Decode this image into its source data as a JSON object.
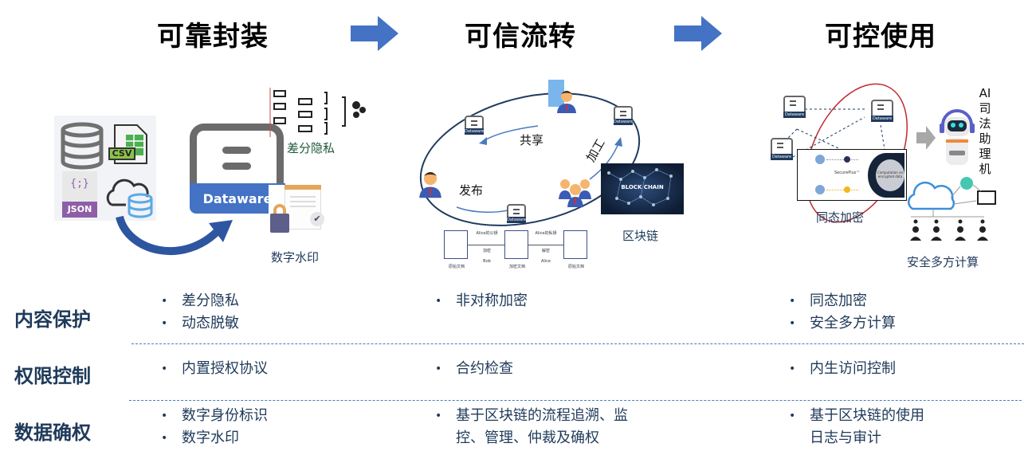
{
  "stages": [
    {
      "title": "可靠封装"
    },
    {
      "title": "可信流转"
    },
    {
      "title": "可控使用"
    }
  ],
  "colors": {
    "arrow": "#4472c4",
    "dataware_blue": "#4472c4",
    "dark_navy": "#1f3a5f",
    "text_navy": "#1f3a5a",
    "ellipse_red": "#c0282d",
    "divider": "#4a7abf"
  },
  "stage1": {
    "source_icons": [
      "database-icon",
      "csv-file-icon",
      "json-file-icon",
      "cloud-database-icon"
    ],
    "csv_label": "CSV",
    "json_label": "JSON",
    "json_glyph": "{;}",
    "dataware_label": "Dataware",
    "differential_privacy_caption": "差分隐私",
    "watermark_caption": "数字水印"
  },
  "stage2": {
    "dataware_mini_label": "Dataware",
    "share_label": "共享",
    "process_label": "加工",
    "publish_label": "发布",
    "blockchain_image_text": "BLOCK CHAIN",
    "blockchain_caption": "区块链",
    "crypto_flow": {
      "docs": [
        "原始文档",
        "加密文档",
        "原始文档"
      ],
      "keys": [
        "Alice的公钥",
        "Alice的私钥"
      ],
      "actions": [
        "加密",
        "解密"
      ],
      "actors": [
        "Bob",
        "Alice"
      ]
    }
  },
  "stage3": {
    "homomorphic_caption": "同态加密",
    "secure_plus_label": "SecurePlus™",
    "compute_label": "Computation on encrypted data",
    "ai_label_chars": [
      "AI",
      "司",
      "法",
      "助",
      "理",
      "机"
    ],
    "mpc_caption": "安全多方计算",
    "dataware_mini_label": "Dataware"
  },
  "table": {
    "rows": [
      {
        "label": "内容保护",
        "cols": [
          [
            {
              "text": "差分隐私"
            },
            {
              "text": "动态脱敏"
            }
          ],
          [
            {
              "text": "非对称加密"
            }
          ],
          [
            {
              "text": "同态加密"
            },
            {
              "text": "安全多方计算"
            }
          ]
        ]
      },
      {
        "label": "权限控制",
        "cols": [
          [
            {
              "text": "内置授权协议"
            }
          ],
          [
            {
              "text": "合约检查"
            }
          ],
          [
            {
              "text": "内生访问控制"
            }
          ]
        ]
      },
      {
        "label": "数据确权",
        "cols": [
          [
            {
              "text": "数字身份标识"
            },
            {
              "text": "数字水印"
            }
          ],
          [
            {
              "text": "基于区块链的流程追溯、监"
            },
            {
              "text": "控、管理、仲裁及确权",
              "cont": true
            }
          ],
          [
            {
              "text": "基于区块链的使用"
            },
            {
              "text": "日志与审计",
              "cont": true
            }
          ]
        ]
      }
    ]
  }
}
